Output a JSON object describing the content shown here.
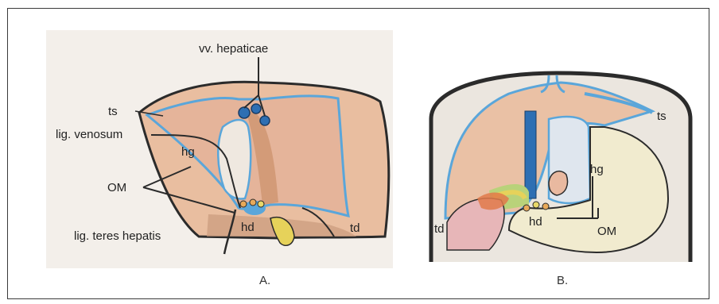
{
  "figure": {
    "panel_a": {
      "caption": "A.",
      "labels": {
        "vv_hepaticae": "vv. hepaticae",
        "ts": "ts",
        "lig_venosum": "lig. venosum",
        "hg": "hg",
        "om": "OM",
        "lig_teres": "lig. teres hepatis",
        "hd": "hd",
        "td": "td"
      }
    },
    "panel_b": {
      "caption": "B.",
      "labels": {
        "ts": "ts",
        "td": "td",
        "hg": "hg",
        "hd": "hd",
        "om": "OM"
      }
    }
  },
  "colors": {
    "outline": "#2b2b2b",
    "peritoneal_blue": "#5aa6da",
    "liver_fill": "#edc2a6",
    "liver_fill_dark": "#d89d78",
    "cavity_fill": "#eae4dc",
    "gallbladder": "#e6d25a",
    "stomach": "#f1ebcf",
    "vessel_blue": "#2e6fb3"
  }
}
